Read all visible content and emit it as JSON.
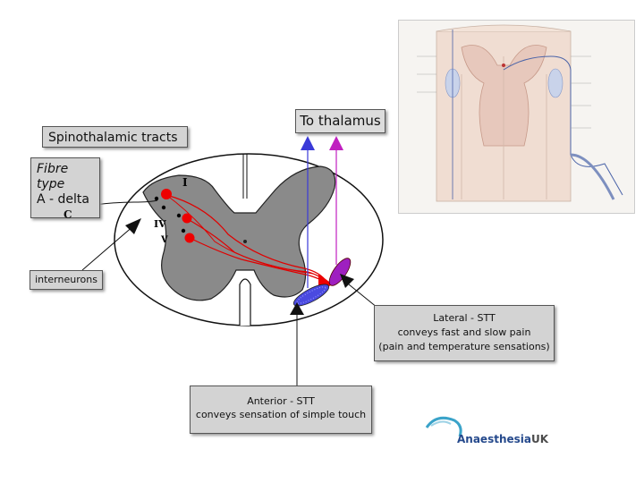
{
  "title": "Spinothalamic tracts",
  "to_thalamus": "To thalamus",
  "fibre_type": {
    "heading": "Fibre type",
    "line2": "A - delta",
    "line3": "C"
  },
  "interneurons": "interneurons",
  "laminae": {
    "lamina_1": "I",
    "lamina_4": "IV",
    "lamina_5": "V"
  },
  "lateral_stt": {
    "line1": "Lateral - STT",
    "line2": "conveys fast and slow pain",
    "line3": "(pain and temperature sensations)"
  },
  "anterior_stt": {
    "line1": "Anterior - STT",
    "line2": "conveys sensation of simple touch"
  },
  "logo": {
    "name": "Anaesthesia",
    "suffix": "UK"
  },
  "colors": {
    "grey_matter": "#8a8a8a",
    "red_pathway": "#e00000",
    "blue_tract": "#3a3ad8",
    "purple_tract": "#c020c0",
    "box_fill": "#d3d3d3"
  }
}
